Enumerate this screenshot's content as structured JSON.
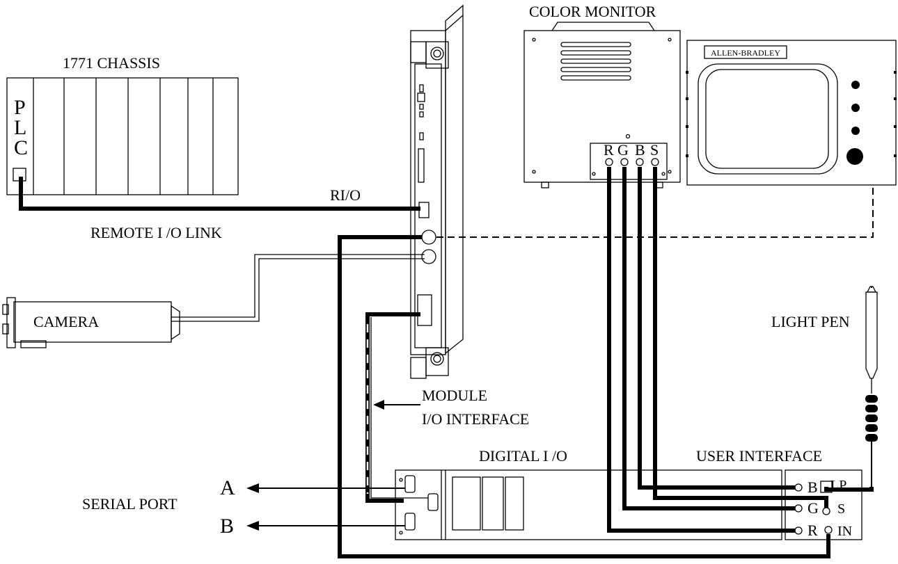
{
  "labels": {
    "chassis": "1771 CHASSIS",
    "plc": [
      "P",
      "L",
      "C"
    ],
    "color_monitor": "COLOR MONITOR",
    "brand": "ALLEN-BRADLEY",
    "monitor_ports": [
      "R",
      "G",
      "B",
      "S"
    ],
    "rio": "RI/O",
    "remote_link": "REMOTE  I /O LINK",
    "camera": "CAMERA",
    "light_pen": "LIGHT  PEN",
    "module_line1": "MODULE",
    "module_line2": "I/O INTERFACE",
    "digital_io": "DIGITAL  I /O",
    "user_interface": "USER  INTERFACE",
    "serial_port": "SERIAL PORT",
    "port_a": "A",
    "port_b": "B",
    "ui_left": [
      "B",
      "G",
      "R"
    ],
    "ui_right": [
      "LP",
      "S",
      "IN"
    ]
  }
}
